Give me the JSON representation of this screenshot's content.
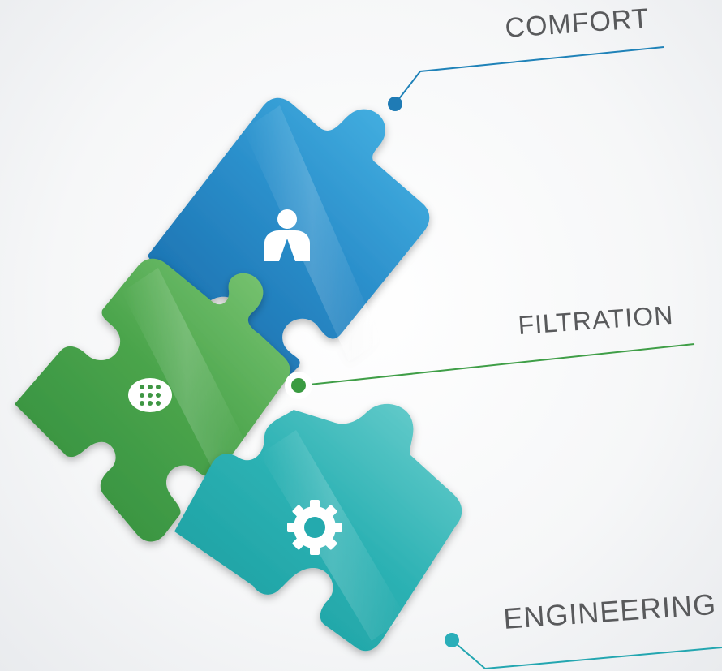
{
  "labels": {
    "comfort": "COMFORT",
    "filtration": "FILTRATION",
    "engineering": "ENGINEERING"
  },
  "pieces": [
    {
      "name": "comfort",
      "color": "#2a8cc6",
      "icon": "person-icon"
    },
    {
      "name": "filtration",
      "color": "#49a64a",
      "icon": "keypad-icon"
    },
    {
      "name": "engineering",
      "color": "#2aaeb2",
      "icon": "gear-icon"
    }
  ],
  "connector_colors": {
    "comfort": "#1f82b8",
    "filtration": "#3f9e47",
    "engineering": "#23a6b0"
  }
}
